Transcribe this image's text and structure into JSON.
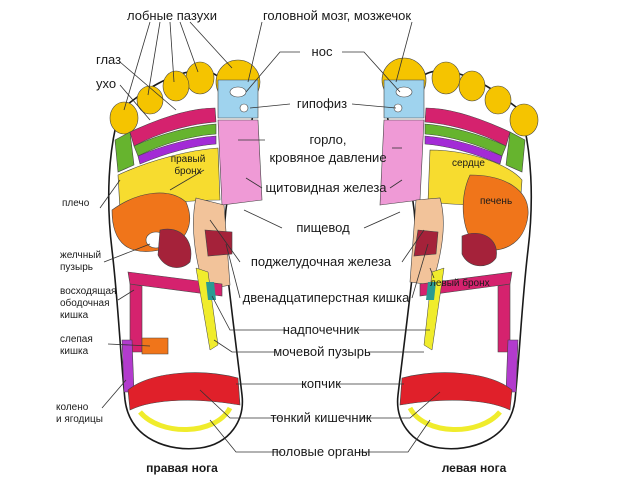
{
  "feet": {
    "right": "правая нога",
    "left": "левая нога"
  },
  "center_labels": {
    "brain": "головной мозг, мозжечок",
    "nose": "нос",
    "pituitary": "гипофиз",
    "throat_line1": "горло,",
    "throat_line2": "кровяное давление",
    "thyroid": "щитовидная железа",
    "esophagus": "пищевод",
    "pancreas": "поджелудочная железа",
    "duodenum": "двенадцатиперстная кишка",
    "adrenal": "надпочечник",
    "bladder": "мочевой пузырь",
    "coccyx": "копчик",
    "small_intestine": "тонкий кишечник",
    "genitals": "половые органы"
  },
  "side_labels": {
    "sinuses": "лобные пазухи",
    "eye": "глаз",
    "ear": "ухо",
    "shoulder": "плечо",
    "gallbladder_line1": "желчный",
    "gallbladder_line2": "пузырь",
    "colon_line1": "восходящая",
    "colon_line2": "ободочная",
    "colon_line3": "кишка",
    "cecum_line1": "слепая",
    "cecum_line2": "кишка",
    "knee_line1": "колено",
    "knee_line2": "и ягодицы",
    "right_bronchus_line1": "правый",
    "right_bronchus_line2": "бронх",
    "left_bronchus": "левый бронх",
    "heart": "сердце",
    "liver": "печень"
  },
  "colors": {
    "sinus": "#f5c400",
    "nose_blue": "#9fd3ee",
    "thyroid_pink": "#ef9ad6",
    "pancreas_peach": "#f2c39a",
    "liver_orange": "#f0751a",
    "heart_yellow": "#f7dc2f",
    "red": "#e0202a",
    "maroon": "#a5223a",
    "magenta": "#d5226e",
    "green": "#66b42e",
    "purple": "#a32bd6",
    "lime_yellow": "#f0ec2c",
    "teal": "#2a9a92",
    "hip_purple": "#b23bcd"
  }
}
